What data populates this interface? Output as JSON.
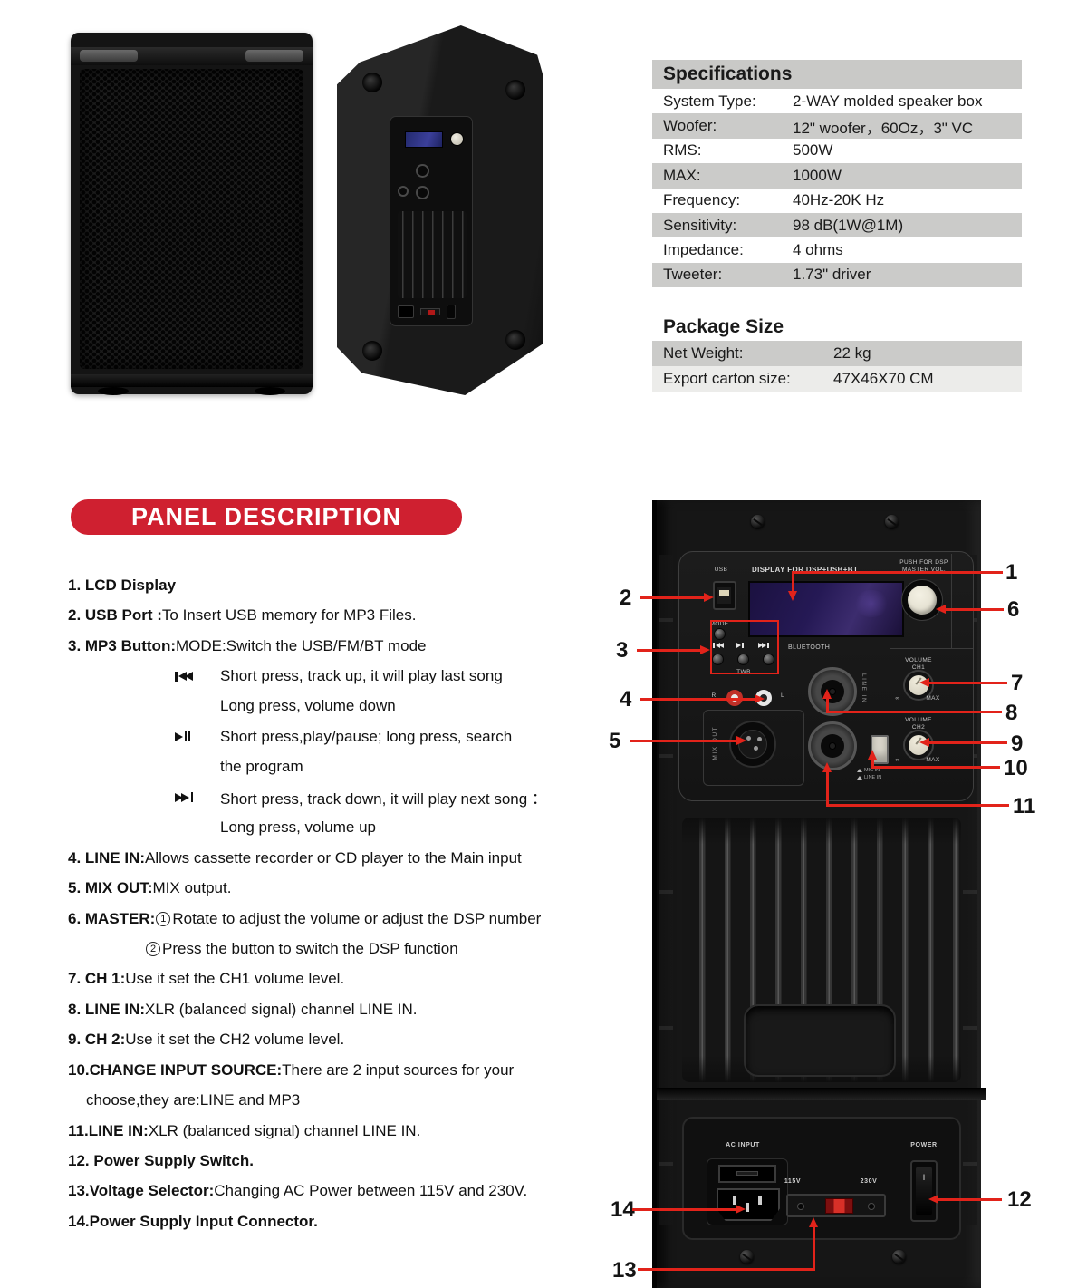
{
  "colors": {
    "banner_red": "#cf2030",
    "callout_red": "#e2231a",
    "table_gray": "#cbcbc9"
  },
  "specs": {
    "title": "Specifications",
    "rows": [
      {
        "label": "System Type:",
        "value": "2-WAY molded speaker box"
      },
      {
        "label": "Woofer:",
        "value": "12\" woofer，60Oz，3\" VC"
      },
      {
        "label": "RMS:",
        "value": "500W"
      },
      {
        "label": "MAX:",
        "value": "1000W"
      },
      {
        "label": "Frequency:",
        "value": "40Hz-20K Hz"
      },
      {
        "label": "Sensitivity:",
        "value": "98 dB(1W@1M)"
      },
      {
        "label": "Impedance:",
        "value": "4 ohms"
      },
      {
        "label": "Tweeter:",
        "value": "1.73\" driver"
      }
    ]
  },
  "package": {
    "title": "Package Size",
    "rows": [
      {
        "label": "Net Weight:",
        "value": "22 kg"
      },
      {
        "label": "Export carton size:",
        "value": "47X46X70 CM"
      }
    ]
  },
  "panel_desc": {
    "banner": "PANEL DESCRIPTION",
    "item1_bold": "1. LCD Display",
    "item2_bold": "2. USB Port :",
    "item2_text": " To Insert USB memory for MP3 Files.",
    "item3_bold": "3. MP3 Button:",
    "item3_text": " MODE:Switch the USB/FM/BT mode",
    "controls": [
      {
        "icon": "previous-track",
        "line1": "Short press, track up, it will play last song",
        "line2": "Long press, volume down"
      },
      {
        "icon": "play-pause",
        "line1": "Short press,play/pause; long press, search",
        "line2": "the program"
      },
      {
        "icon": "next-track",
        "line1": "Short press, track down, it will play next song ：",
        "line2": "Long press, volume up"
      }
    ],
    "item4_bold": "4. LINE IN:",
    "item4_text": " Allows cassette recorder or CD player to the Main input",
    "item5_bold": "5. MIX OUT:",
    "item5_text": " MIX output.",
    "item6_bold": "6. MASTER:",
    "item6_circ1": "1",
    "item6_text1": " Rotate to adjust the volume or adjust the DSP number",
    "item6_circ2": "2",
    "item6_text2": " Press the button to switch the DSP function",
    "item7_bold": "7. CH 1:",
    "item7_text": " Use it set the CH1 volume level.",
    "item8_bold": "8. LINE IN:",
    "item8_text": " XLR (balanced signal) channel LINE IN.",
    "item9_bold": "9. CH 2:",
    "item9_text": " Use it set the CH2 volume level.",
    "item10_bold": "10.CHANGE INPUT SOURCE:",
    "item10_text": "There are 2 input sources for your",
    "item10_line2": "choose,they are:LINE and MP3",
    "item11_bold": "11.LINE IN:",
    "item11_text": " XLR (balanced signal) channel LINE IN.",
    "item12_bold": "12. Power Supply Switch.",
    "item13_bold": "13.Voltage Selector:",
    "item13_text": "Changing AC Power between 115V and 230V.",
    "item14_bold": "14.Power Supply Input Connector."
  },
  "rear_panel": {
    "display_caption": "DISPLAY FOR DSP+USB+BT",
    "usb": "USB",
    "mode": "MODE",
    "twb": "TWB",
    "bluetooth": "BLUETOOTH",
    "push_for_dsp": "PUSH FOR DSP",
    "master_vol": "MASTER VOL.",
    "volume": "VOLUME",
    "ch1": "CH1",
    "ch2": "CH2",
    "inf": "∞",
    "max": "MAX",
    "line_in": "LINE IN",
    "mix_out": "MIX OUT",
    "rca_r": "R",
    "rca_l": "L",
    "mic_in": "MIC IN",
    "line_in_sw": "LINE IN",
    "ac_input": "AC INPUT",
    "power": "POWER",
    "v115": "115V",
    "v230": "230V",
    "on_mark": "I",
    "callouts": {
      "c1": "1",
      "c2": "2",
      "c3": "3",
      "c4": "4",
      "c5": "5",
      "c6": "6",
      "c7": "7",
      "c8": "8",
      "c9": "9",
      "c10": "10",
      "c11": "11",
      "c12": "12",
      "c13": "13",
      "c14": "14"
    }
  }
}
